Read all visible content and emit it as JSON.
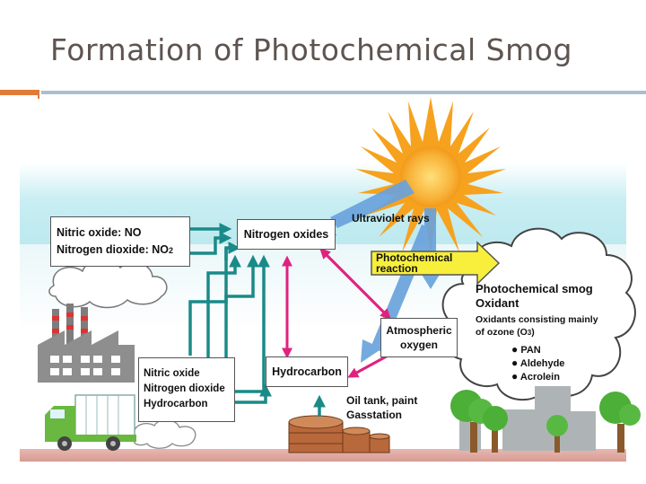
{
  "slide": {
    "title": "Formation of Photochemical Smog"
  },
  "diagram": {
    "source_box": {
      "line1": "Nitric oxide: NO",
      "line2": "Nitrogen dioxide: NO",
      "line2_sub": "2"
    },
    "nitrogen_oxides": "Nitrogen oxides",
    "ultraviolet": "Ultraviolet rays",
    "photo_reaction": {
      "line1": "Photochemical",
      "line2": "reaction"
    },
    "atmospheric": {
      "line1": "Atmospheric",
      "line2": "oxygen"
    },
    "hydrocarbon": "Hydrocarbon",
    "vehicle_box": {
      "line1": "Nitric oxide",
      "line2": "Nitrogen dioxide",
      "line3": "Hydrocarbon"
    },
    "oil_tank": {
      "line1": "Oil tank, paint",
      "line2": "Gasstation"
    },
    "smog": {
      "title1": "Photochemical smog",
      "title2": "Oxidant",
      "desc1": "Oxidants consisting mainly",
      "desc2": "of ozone (O",
      "desc2_sub": "3",
      "desc2_end": ")",
      "items": [
        "PAN",
        "Aldehyde",
        "Acrolein"
      ]
    },
    "colors": {
      "teal": "#1a8a88",
      "magenta": "#e0227e",
      "blue": "#6aa3dc",
      "yellow": "#f7ef3c",
      "sun": "#f6a21e"
    }
  }
}
